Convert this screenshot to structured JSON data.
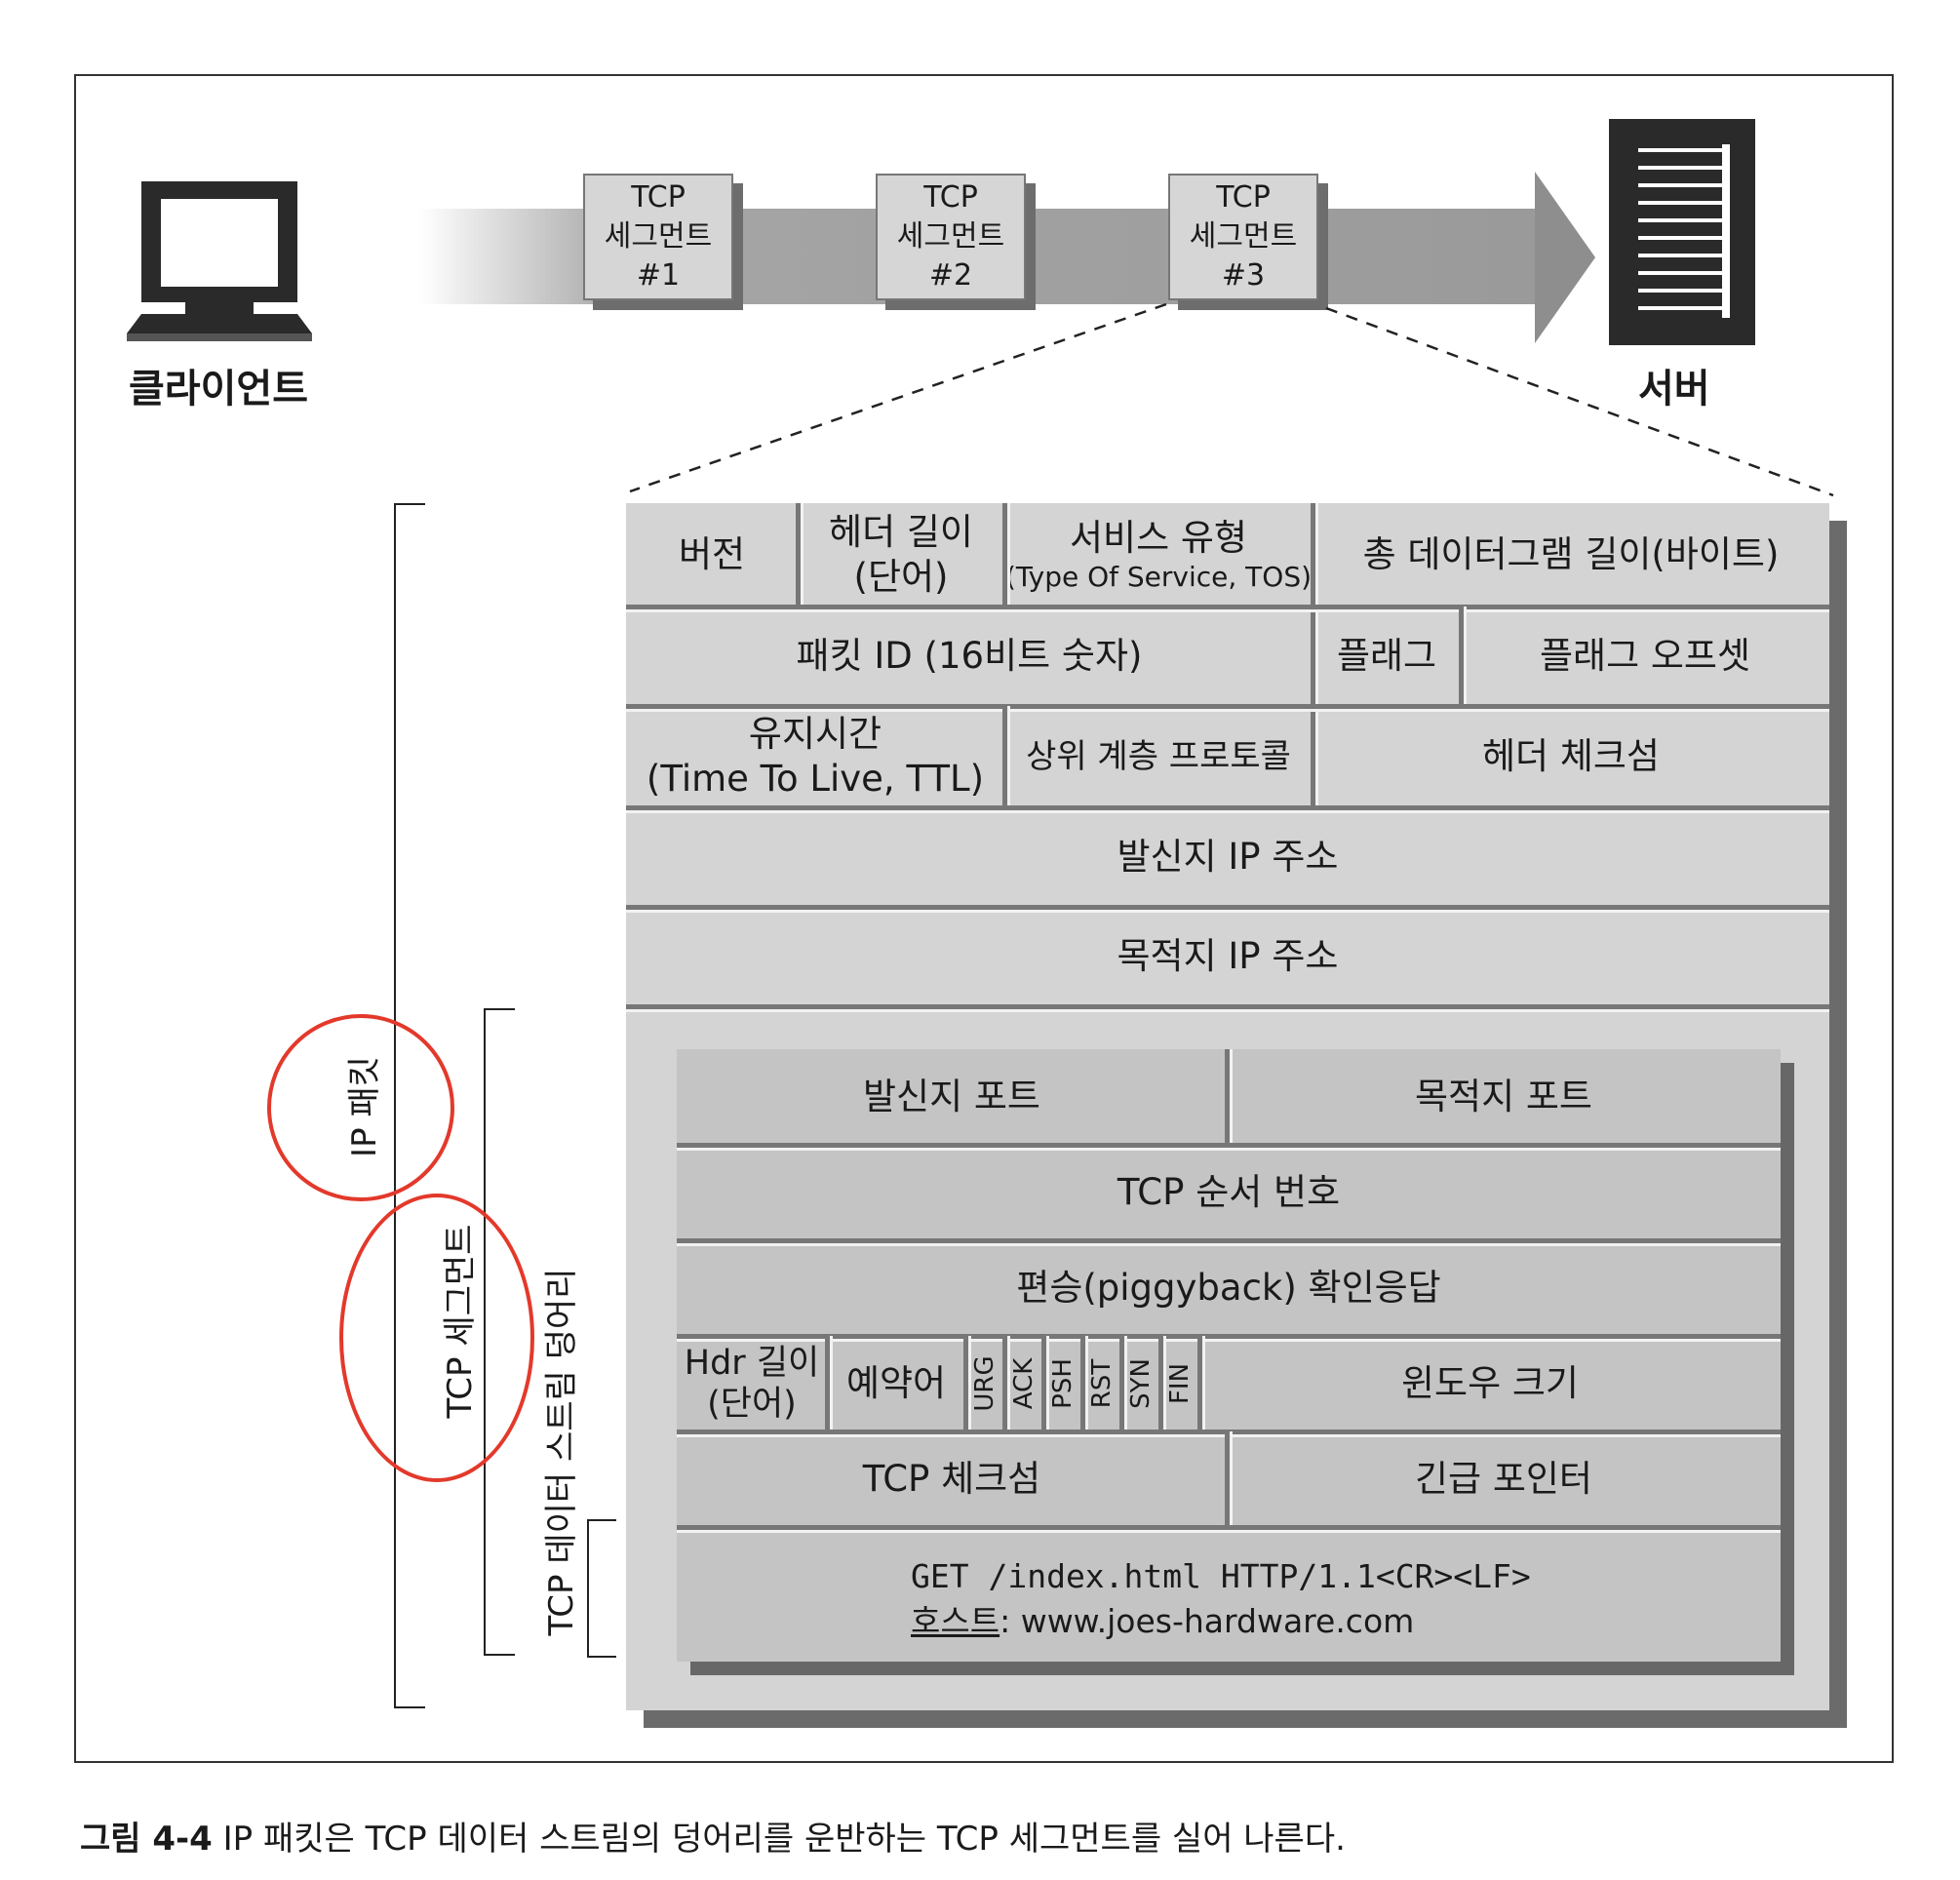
{
  "client": {
    "label": "클라이언트"
  },
  "server": {
    "label": "서버"
  },
  "segments": [
    {
      "text": "TCP\n세그먼트\n#1"
    },
    {
      "text": "TCP\n세그먼트\n#2"
    },
    {
      "text": "TCP\n세그먼트\n#3"
    }
  ],
  "ip_header": {
    "version": "버전",
    "header_length": "헤더 길이\n(단어)",
    "service_type": "서비스 유형",
    "service_type_sub": "(Type Of Service, TOS)",
    "total_length": "총 데이터그램 길이(바이트)",
    "packet_id": "패킷 ID (16비트 숫자)",
    "flags": "플래그",
    "fragment_offset": "플래그 오프셋",
    "ttl": "유지시간\n(Time To Live, TTL)",
    "protocol": "상위 계층 프로토콜",
    "header_checksum": "헤더 체크섬",
    "source_ip": "발신지 IP 주소",
    "dest_ip": "목적지 IP 주소"
  },
  "tcp_header": {
    "source_port": "발신지 포트",
    "dest_port": "목적지 포트",
    "sequence": "TCP 순서 번호",
    "ack": "편승(piggyback) 확인응답",
    "hdr_length": "Hdr 길이\n(단어)",
    "reserved": "예약어",
    "flags": [
      "URG",
      "ACK",
      "PSH",
      "RST",
      "SYN",
      "FIN"
    ],
    "window": "윈도우 크기",
    "checksum": "TCP 체크섬",
    "urgent": "긴급 포인터",
    "data_line1": "GET /index.html HTTP/1.1<CR><LF>",
    "data_line2_prefix": "호스트",
    "data_line2_rest": ": www.joes-hardware.com"
  },
  "brackets": {
    "ip_packet": "IP 패킷",
    "tcp_segment": "TCP 세그먼트",
    "data_chunk": "TCP 데이터 스트림 덩어리"
  },
  "caption": {
    "bold": "그림 4-4",
    "text": " IP 패킷은 TCP 데이터 스트림의 덩어리를 운반하는 TCP 세그먼트를 실어 나른다."
  },
  "colors": {
    "highlight_circle": "#e3392b"
  }
}
